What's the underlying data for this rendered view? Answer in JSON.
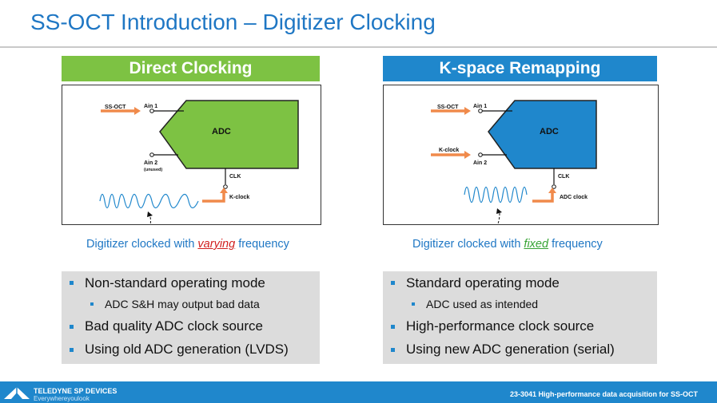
{
  "slide": {
    "title": "SS-OCT Introduction – Digitizer Clocking"
  },
  "left_panel": {
    "header": "Direct Clocking",
    "diagram": {
      "input_label": "SS-OCT",
      "ain1": "Ain 1",
      "ain2": "Ain 2",
      "ain2_note": "(unused)",
      "adc": "ADC",
      "clk": "CLK",
      "clock_label": "K-clock",
      "adc_color": "#7dc243"
    },
    "caption_pre": "Digitizer clocked with ",
    "caption_em": "varying",
    "caption_post": " frequency",
    "bullets": [
      "Non-standard operating mode",
      "ADC S&H may output bad data",
      "Bad quality ADC clock source",
      "Using old ADC generation (LVDS)"
    ]
  },
  "right_panel": {
    "header": "K-space Remapping",
    "diagram": {
      "input_label": "SS-OCT",
      "kclock_label": "K-clock",
      "ain1": "Ain 1",
      "ain2": "Ain 2",
      "adc": "ADC",
      "clk": "CLK",
      "clock_label": "ADC clock",
      "adc_color": "#1f87cc"
    },
    "caption_pre": "Digitizer clocked with ",
    "caption_em": "fixed",
    "caption_post": " frequency",
    "bullets": [
      "Standard operating mode",
      "ADC used as intended",
      "High-performance clock source",
      "Using new ADC generation (serial)"
    ]
  },
  "footer": {
    "brand": "TELEDYNE SP DEVICES",
    "tagline": "Everywhereyoulook",
    "note": "23-3041 High-performance data acquisition for SS-OCT"
  },
  "colors": {
    "accent_blue": "#1f87cc",
    "accent_green": "#7dc243",
    "arrow_orange": "#f08a4b"
  }
}
